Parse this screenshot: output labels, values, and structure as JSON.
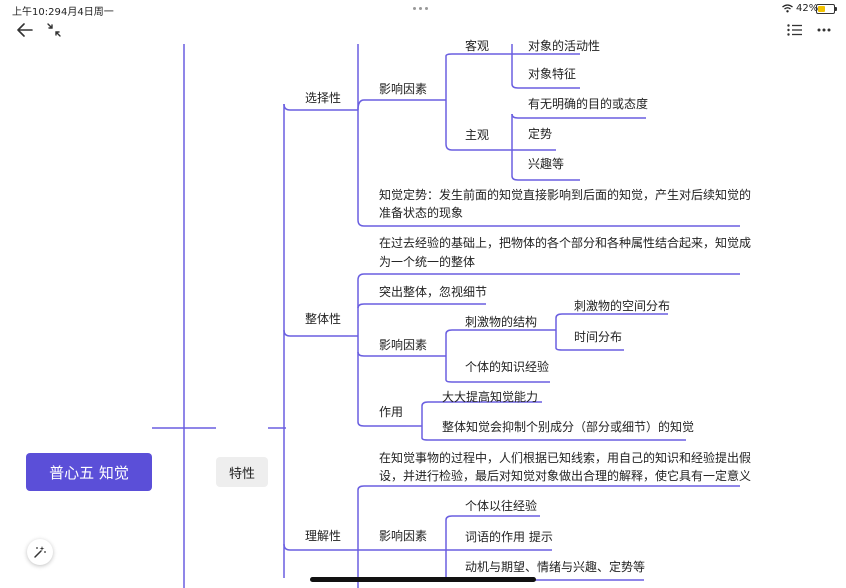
{
  "status_bar": {
    "time": "上午10:29",
    "date": "4月4日周一",
    "battery": "42%"
  },
  "mindmap": {
    "root": "普心五 知觉",
    "level1": "特性",
    "branches": {
      "selectivity": {
        "label": "选择性",
        "factors_label": "影响因素",
        "objective_label": "客观",
        "objective_items": [
          "对象的活动性",
          "对象特征"
        ],
        "subjective_label": "主观",
        "subjective_items": [
          "有无明确的目的或态度",
          "定势",
          "兴趣等"
        ],
        "set_line1": "知觉定势：发生前面的知觉直接影响到后面的知觉，产生对后续知觉的",
        "set_line2": "准备状态的现象"
      },
      "integrity": {
        "label": "整体性",
        "definition_line1": "在过去经验的基础上，把物体的各个部分和各种属性结合起来，知觉成",
        "definition_line2": "为一个统一的整体",
        "highlight": "突出整体，忽视细节",
        "factors_label": "影响因素",
        "structure_label": "刺激物的结构",
        "structure_items": [
          "刺激物的空间分布",
          "时间分布"
        ],
        "experience": "个体的知识经验",
        "function_label": "作用",
        "function_items": [
          "大大提高知觉能力",
          "整体知觉会抑制个别成分（部分或细节）的知觉"
        ]
      },
      "understanding": {
        "label": "理解性",
        "definition_line1": "在知觉事物的过程中，人们根据已知线索，用自己的知识和经验提出假",
        "definition_line2": "设，并进行检验，最后对知觉对象做出合理的解释，使它具有一定意义",
        "factors_label": "影响因素",
        "factor_items": [
          "个体以往经验",
          "词语的作用 提示",
          "动机与期望、情绪与兴趣、定势等"
        ]
      }
    }
  },
  "colors": {
    "accent": "#5b4fd8",
    "line": "#6a5fe0"
  }
}
